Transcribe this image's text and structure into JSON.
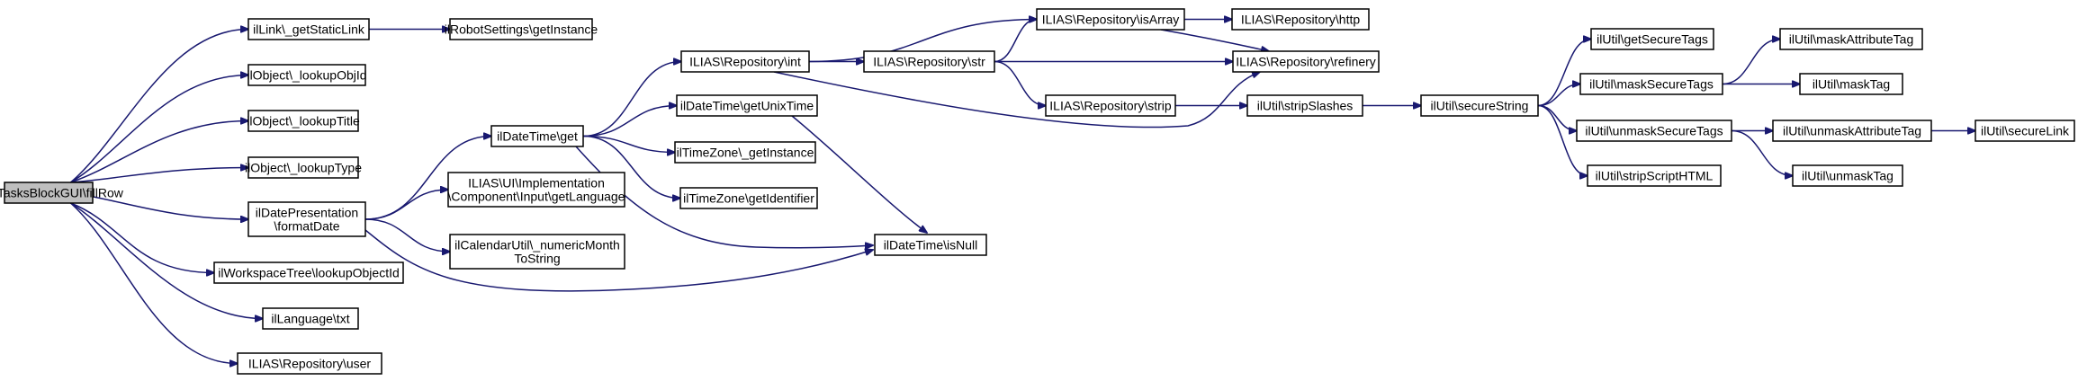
{
  "diagram": {
    "type": "call-graph",
    "colors": {
      "edge": "#191970",
      "node_border": "#000000",
      "root_fill": "#bfbfbf",
      "node_fill": "#ffffff"
    },
    "nodes": {
      "root": {
        "lines": [
          "ilPDTasksBlockGUI\\fillRow"
        ],
        "root": true
      },
      "getStaticLink": {
        "lines": [
          "ilLink\\_getStaticLink"
        ]
      },
      "robotSettings": {
        "lines": [
          "ilRobotSettings\\getInstance"
        ]
      },
      "lookupObjId": {
        "lines": [
          "ilObject\\_lookupObjId"
        ]
      },
      "lookupTitle": {
        "lines": [
          "ilObject\\_lookupTitle"
        ]
      },
      "lookupType": {
        "lines": [
          "ilObject\\_lookupType"
        ]
      },
      "formatDate": {
        "lines": [
          "ilDatePresentation",
          "\\formatDate"
        ]
      },
      "lookupObjectId": {
        "lines": [
          "ilWorkspaceTree\\lookupObjectId"
        ]
      },
      "txt": {
        "lines": [
          "ilLanguage\\txt"
        ]
      },
      "user": {
        "lines": [
          "ILIAS\\Repository\\user"
        ]
      },
      "dateGet": {
        "lines": [
          "ilDateTime\\get"
        ]
      },
      "getLanguage": {
        "lines": [
          "ILIAS\\UI\\Implementation",
          "\\Component\\Input\\getLanguage"
        ]
      },
      "numericMonth": {
        "lines": [
          "ilCalendarUtil\\_numericMonth",
          "ToString"
        ]
      },
      "repoInt": {
        "lines": [
          "ILIAS\\Repository\\int"
        ]
      },
      "getUnixTime": {
        "lines": [
          "ilDateTime\\getUnixTime"
        ]
      },
      "tzGetInstance": {
        "lines": [
          "ilTimeZone\\_getInstance"
        ]
      },
      "tzGetIdentifier": {
        "lines": [
          "ilTimeZone\\getIdentifier"
        ]
      },
      "isNull": {
        "lines": [
          "ilDateTime\\isNull"
        ]
      },
      "repoStr": {
        "lines": [
          "ILIAS\\Repository\\str"
        ]
      },
      "isArray": {
        "lines": [
          "ILIAS\\Repository\\isArray"
        ]
      },
      "http": {
        "lines": [
          "ILIAS\\Repository\\http"
        ]
      },
      "refinery": {
        "lines": [
          "ILIAS\\Repository\\refinery"
        ]
      },
      "strip": {
        "lines": [
          "ILIAS\\Repository\\strip"
        ]
      },
      "stripSlashes": {
        "lines": [
          "ilUtil\\stripSlashes"
        ]
      },
      "secureString": {
        "lines": [
          "ilUtil\\secureString"
        ]
      },
      "getSecureTags": {
        "lines": [
          "ilUtil\\getSecureTags"
        ]
      },
      "maskSecureTags": {
        "lines": [
          "ilUtil\\maskSecureTags"
        ]
      },
      "unmaskSecureTags": {
        "lines": [
          "ilUtil\\unmaskSecureTags"
        ]
      },
      "stripScriptHTML": {
        "lines": [
          "ilUtil\\stripScriptHTML"
        ]
      },
      "maskAttributeTag": {
        "lines": [
          "ilUtil\\maskAttributeTag"
        ]
      },
      "maskTag": {
        "lines": [
          "ilUtil\\maskTag"
        ]
      },
      "unmaskAttributeTag": {
        "lines": [
          "ilUtil\\unmaskAttributeTag"
        ]
      },
      "unmaskTag": {
        "lines": [
          "ilUtil\\unmaskTag"
        ]
      },
      "secureLink": {
        "lines": [
          "ilUtil\\secureLink"
        ]
      }
    },
    "edges": [
      [
        "root",
        "getStaticLink"
      ],
      [
        "root",
        "lookupObjId"
      ],
      [
        "root",
        "lookupTitle"
      ],
      [
        "root",
        "lookupType"
      ],
      [
        "root",
        "formatDate"
      ],
      [
        "root",
        "lookupObjectId"
      ],
      [
        "root",
        "txt"
      ],
      [
        "root",
        "user"
      ],
      [
        "getStaticLink",
        "robotSettings"
      ],
      [
        "formatDate",
        "dateGet"
      ],
      [
        "formatDate",
        "getLanguage"
      ],
      [
        "formatDate",
        "numericMonth"
      ],
      [
        "formatDate",
        "isNull"
      ],
      [
        "dateGet",
        "repoInt"
      ],
      [
        "dateGet",
        "getUnixTime"
      ],
      [
        "dateGet",
        "tzGetInstance"
      ],
      [
        "dateGet",
        "tzGetIdentifier"
      ],
      [
        "dateGet",
        "isNull"
      ],
      [
        "getUnixTime",
        "isNull"
      ],
      [
        "repoInt",
        "isArray"
      ],
      [
        "repoInt",
        "repoStr"
      ],
      [
        "repoInt",
        "refinery"
      ],
      [
        "repoStr",
        "isArray"
      ],
      [
        "repoStr",
        "refinery"
      ],
      [
        "repoStr",
        "strip"
      ],
      [
        "isArray",
        "http"
      ],
      [
        "isArray",
        "refinery"
      ],
      [
        "strip",
        "stripSlashes"
      ],
      [
        "stripSlashes",
        "secureString"
      ],
      [
        "secureString",
        "getSecureTags"
      ],
      [
        "secureString",
        "maskSecureTags"
      ],
      [
        "secureString",
        "unmaskSecureTags"
      ],
      [
        "secureString",
        "stripScriptHTML"
      ],
      [
        "maskSecureTags",
        "maskAttributeTag"
      ],
      [
        "maskSecureTags",
        "maskTag"
      ],
      [
        "unmaskSecureTags",
        "unmaskAttributeTag"
      ],
      [
        "unmaskSecureTags",
        "unmaskTag"
      ],
      [
        "unmaskAttributeTag",
        "secureLink"
      ]
    ]
  }
}
